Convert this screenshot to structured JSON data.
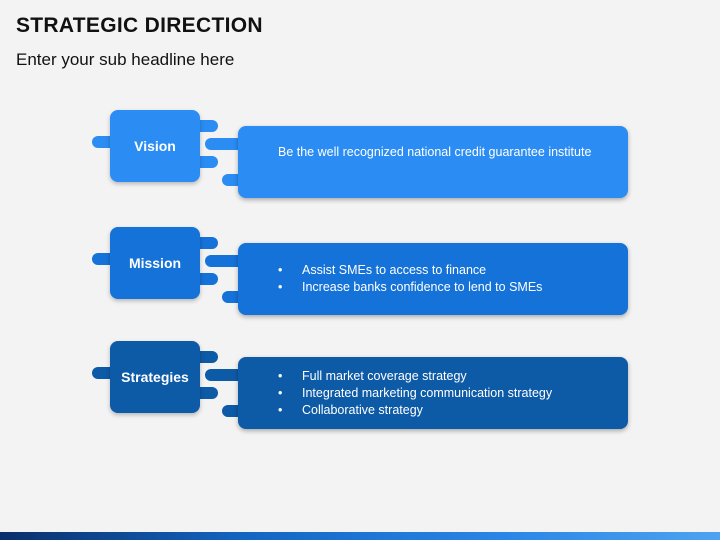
{
  "header": {
    "title": "STRATEGIC DIRECTION",
    "subtitle": "Enter your sub headline here"
  },
  "colors": {
    "vision": "#2b8cf3",
    "mission": "#1572d9",
    "strategies": "#0d5aa7"
  },
  "rows": [
    {
      "label": "Vision",
      "text": "Be the well recognized national credit guarantee institute"
    },
    {
      "label": "Mission",
      "bullets": [
        "Assist SMEs to access to finance",
        "Increase banks confidence to lend to SMEs"
      ]
    },
    {
      "label": "Strategies",
      "bullets": [
        "Full market coverage strategy",
        "Integrated marketing communication strategy",
        "Collaborative strategy"
      ]
    }
  ]
}
